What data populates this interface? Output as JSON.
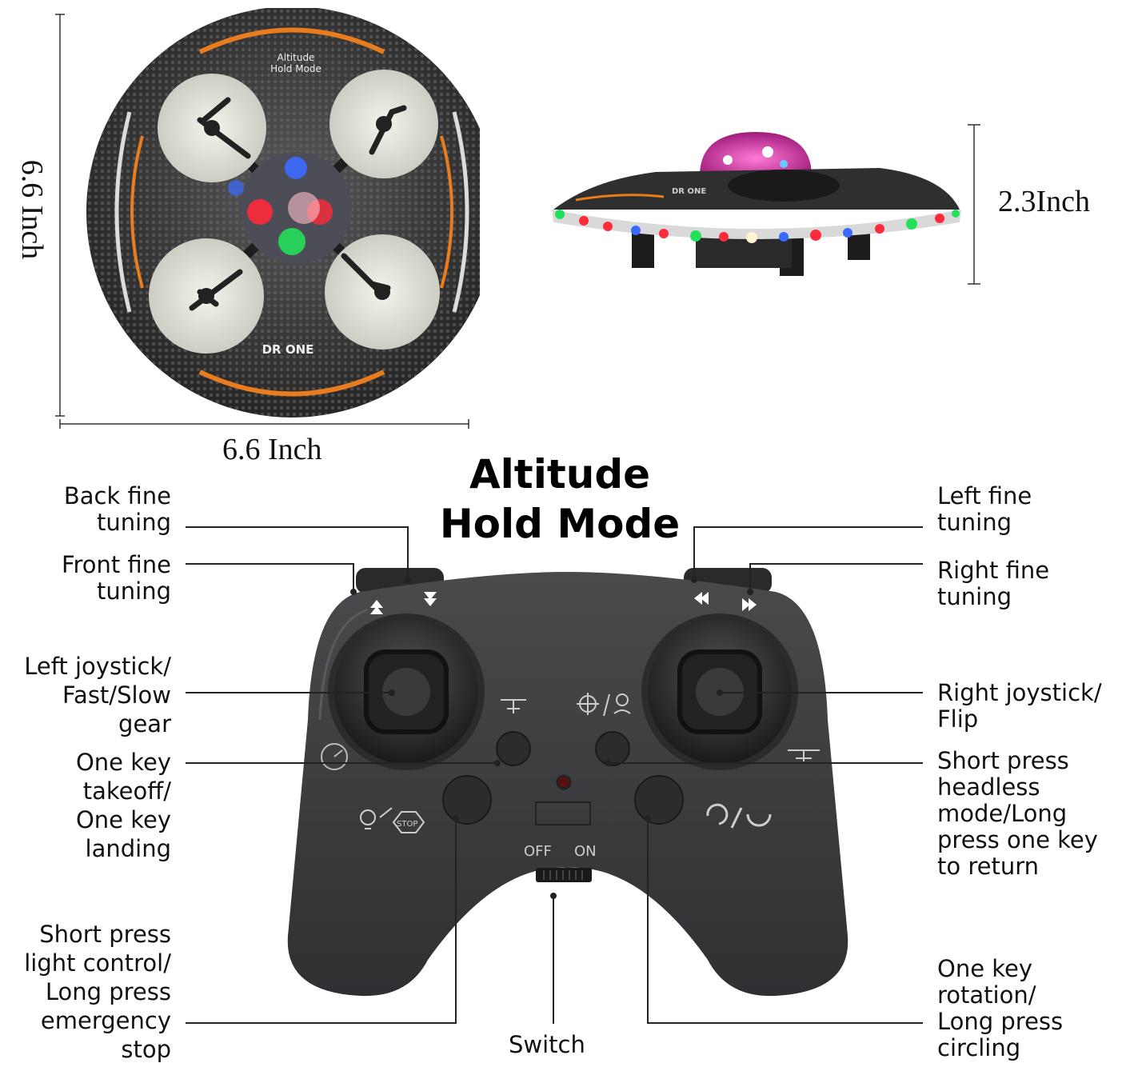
{
  "dimensions": {
    "height_top": "6.6 Inch",
    "width_top": "6.6 Inch",
    "height_side": "2.3Inch"
  },
  "drone": {
    "badge": "Altitude\nHold Mode",
    "logo": "DR ONE"
  },
  "title": "Altitude\nHold Mode",
  "labels": {
    "back_fine_tuning": "Back fine\ntuning",
    "front_fine_tuning": "Front fine\ntuning",
    "left_joystick": "Left joystick/\nFast/Slow\ngear",
    "one_key_takeoff": "One key\ntakeoff/\nOne key\nlanding",
    "light_control": "Short press\nlight control/\nLong press\nemergency\nstop",
    "left_fine_tuning": "Left fine\ntuning",
    "right_fine_tuning": "Right fine\ntuning",
    "right_joystick": "Right joystick/\nFlip",
    "headless": "Short press\nheadless\nmode/Long\npress one key\nto return",
    "rotation": "One key\nrotation/\nLong press\ncircling",
    "switch": "Switch"
  },
  "controller": {
    "off": "OFF",
    "on": "ON"
  },
  "colors": {
    "accent_orange": "#e87c1e",
    "controller_body": "#3a3a3c",
    "led_red": "#ff2a3a",
    "led_green": "#23e05a",
    "led_blue": "#3a6bff"
  }
}
